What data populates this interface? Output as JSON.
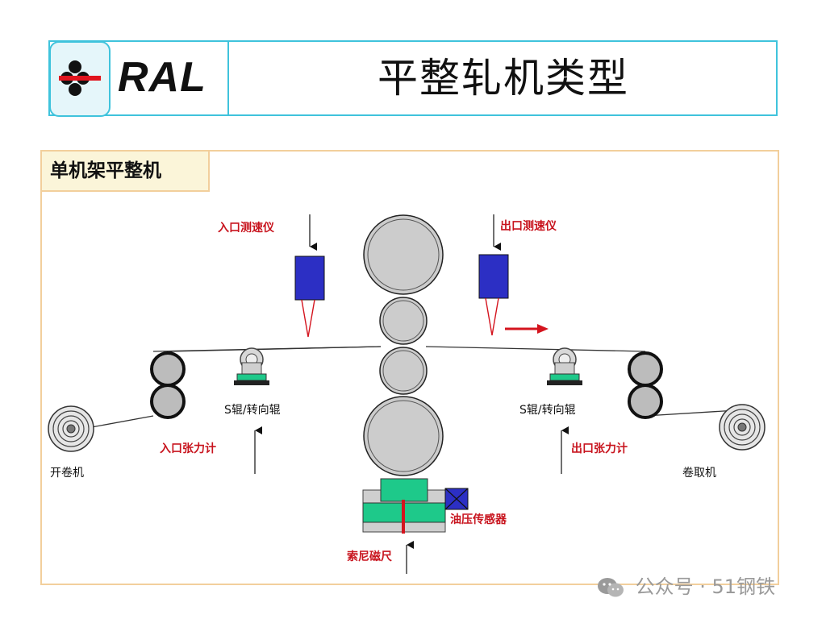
{
  "header": {
    "logo_text": "RAL",
    "title": "平整轧机类型"
  },
  "panel": {
    "title": "单机架平整机"
  },
  "labels": {
    "entry_speedometer": "入口测速仪",
    "exit_speedometer": "出口测速仪",
    "s_roll_left": "S辊/转向辊",
    "s_roll_right": "S辊/转向辊",
    "entry_tensiometer": "入口张力计",
    "exit_tensiometer": "出口张力计",
    "uncoiler": "开卷机",
    "coiler": "卷取机",
    "oil_pressure_sensor": "油压传感器",
    "sony_magnescale": "索尼磁尺"
  },
  "watermark": {
    "text": "公众号 · 51钢铁"
  },
  "colors": {
    "header_border": "#3fc3dc",
    "panel_border": "#f2cf9c",
    "label_red": "#c8141e",
    "speedometer_blue": "#2c2fc4",
    "hydraulic_green": "#1ec98a",
    "roll_gray": "#c8c8c8"
  }
}
